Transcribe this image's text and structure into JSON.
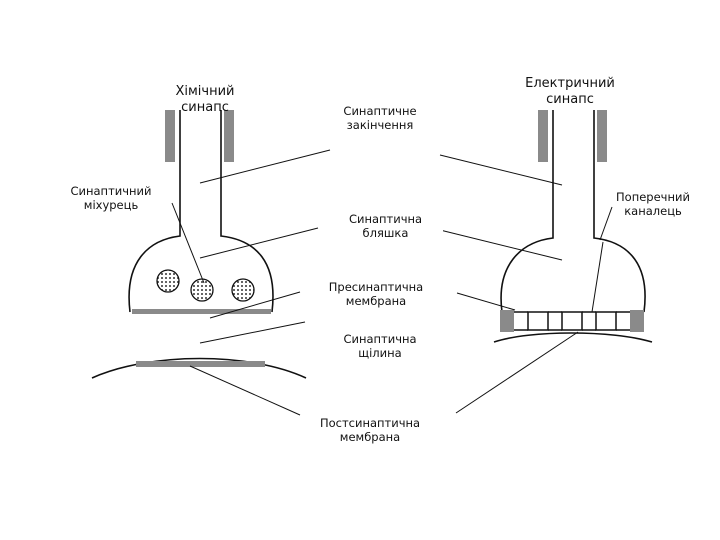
{
  "titles": {
    "chemical": "Хімічний\nсинапс",
    "electrical": "Електричний\nсинапс"
  },
  "labels": {
    "synaptic_ending": "Синаптичне\nзакінчення",
    "synaptic_plaque": "Синаптична\nбляшка",
    "presynaptic_membrane": "Пресинаптична\nмембрана",
    "synaptic_cleft": "Синаптична\nщілина",
    "postsynaptic_membrane": "Постсинаптична\nмембрана",
    "synaptic_vesicle": "Синаптичний\nміхурець",
    "transverse_channel": "Поперечний\nканалець"
  },
  "colors": {
    "line": "#111111",
    "membrane": "#8a8a8a",
    "vesicle_dots": "#333333"
  }
}
